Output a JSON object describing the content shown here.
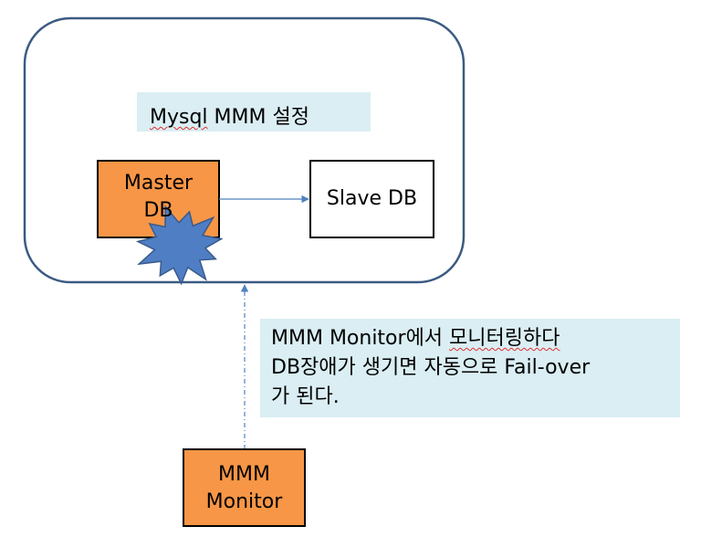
{
  "colors": {
    "cluster_border": "#3b5b82",
    "node_fill_orange": "#f79646",
    "node_border": "#000000",
    "note_fill": "#daeef3",
    "title_fill": "#daeef3",
    "arrow": "#4f81bd",
    "burst_fill": "#4f7ec4",
    "burst_stroke": "#395a8a"
  },
  "cluster": {
    "title_prefix": "Mysql",
    "title_rest": " MMM 설정"
  },
  "nodes": {
    "master": {
      "line1": "Master",
      "line2": "DB"
    },
    "slave": {
      "label": "Slave DB"
    },
    "monitor": {
      "line1": "MMM",
      "line2": "Monitor"
    }
  },
  "note": {
    "line1_a": "MMM Monitor에서 ",
    "line1_b": "모니터링하다",
    "line2": "DB장애가 생기면 자동으로 Fail-over",
    "line3": "가 된다."
  },
  "icons": {
    "failure": "failure-burst-icon"
  }
}
